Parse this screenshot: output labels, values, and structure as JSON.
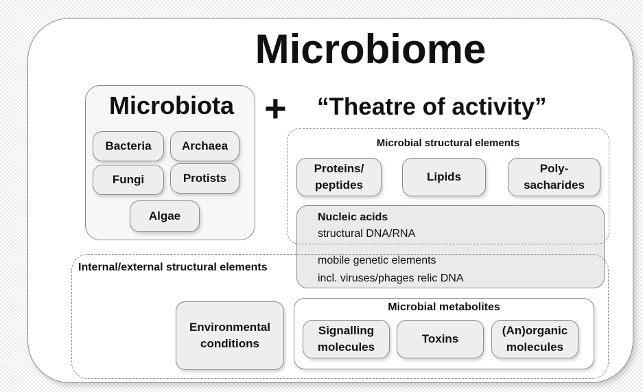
{
  "title": "Microbiome",
  "microbiota": {
    "title": "Microbiota",
    "items": [
      "Bacteria",
      "Archaea",
      "Fungi",
      "Protists",
      "Algae"
    ]
  },
  "plus": "+",
  "theatre": "“Theatre of activity”",
  "structural": {
    "label": "Microbial structural elements",
    "items": [
      "Proteins/\npeptides",
      "Lipids",
      "Poly-\nsacharides"
    ]
  },
  "nucleic": {
    "title": "Nucleic acids",
    "lines": [
      "structural DNA/RNA",
      "mobile genetic elements",
      "incl. viruses/phages relic DNA"
    ]
  },
  "internal": {
    "label": "Internal/external structural elements",
    "environment": "Environmental\nconditions"
  },
  "metabolites": {
    "label": "Microbial metabolites",
    "items": [
      "Signalling\nmolecules",
      "Toxins",
      "(An)organic\nmolecules"
    ]
  }
}
